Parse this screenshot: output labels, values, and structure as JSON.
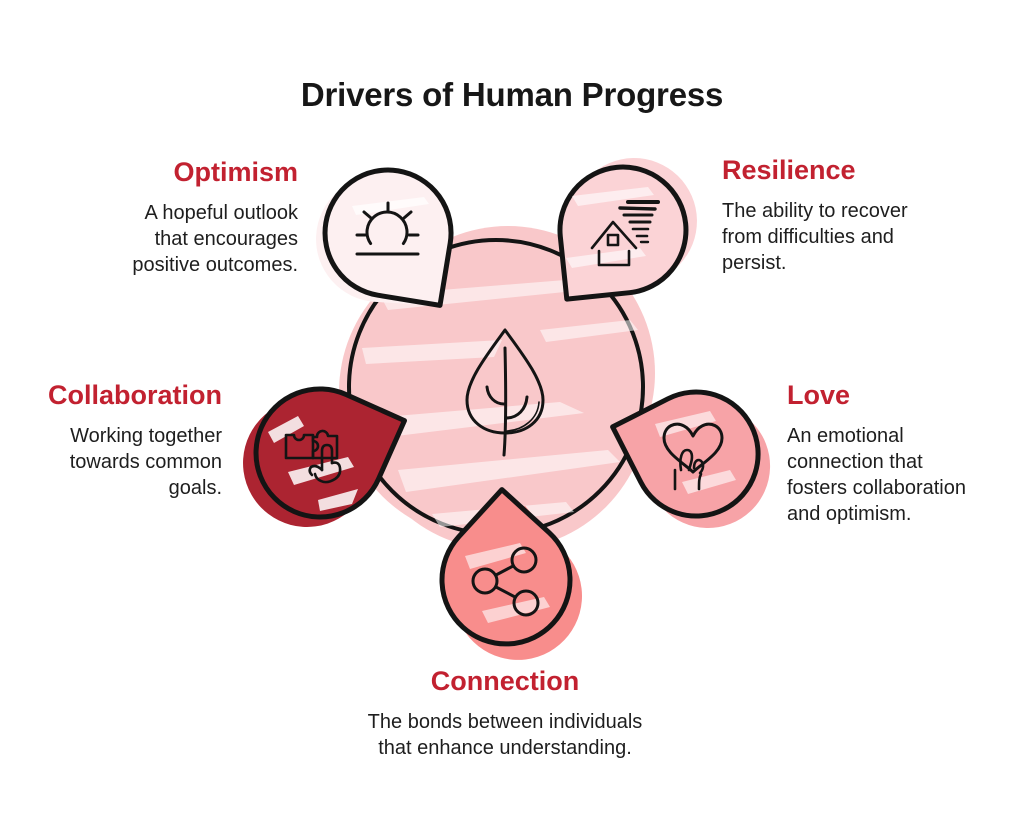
{
  "title": "Drivers of Human Progress",
  "colors": {
    "background": "#ffffff",
    "heading_red": "#c22130",
    "body_text": "#1e1e1e",
    "outline_black": "#141414",
    "center_fill": "#f9c8ca"
  },
  "center": {
    "icon": "leaf-icon"
  },
  "drivers": [
    {
      "id": "optimism",
      "label": "Optimism",
      "description": "A hopeful outlook\nthat encourages\npositive outcomes.",
      "icon": "sunrise-icon",
      "fill": "#fdf0f1",
      "position": "top-left"
    },
    {
      "id": "resilience",
      "label": "Resilience",
      "description": "The ability to recover\nfrom difficulties and\npersist.",
      "icon": "storm-house-icon",
      "fill": "#fbd3d6",
      "position": "top-right"
    },
    {
      "id": "collaboration",
      "label": "Collaboration",
      "description": "Working together\ntowards common\ngoals.",
      "icon": "puzzle-hand-icon",
      "fill": "#ac2431",
      "position": "left"
    },
    {
      "id": "love",
      "label": "Love",
      "description": "An emotional\nconnection that\nfosters collaboration\nand optimism.",
      "icon": "heart-hand-icon",
      "fill": "#f7a3a7",
      "position": "right"
    },
    {
      "id": "connection",
      "label": "Connection",
      "description": "The bonds between individuals\nthat enhance understanding.",
      "icon": "share-icon",
      "fill": "#f88d8c",
      "position": "bottom"
    }
  ]
}
